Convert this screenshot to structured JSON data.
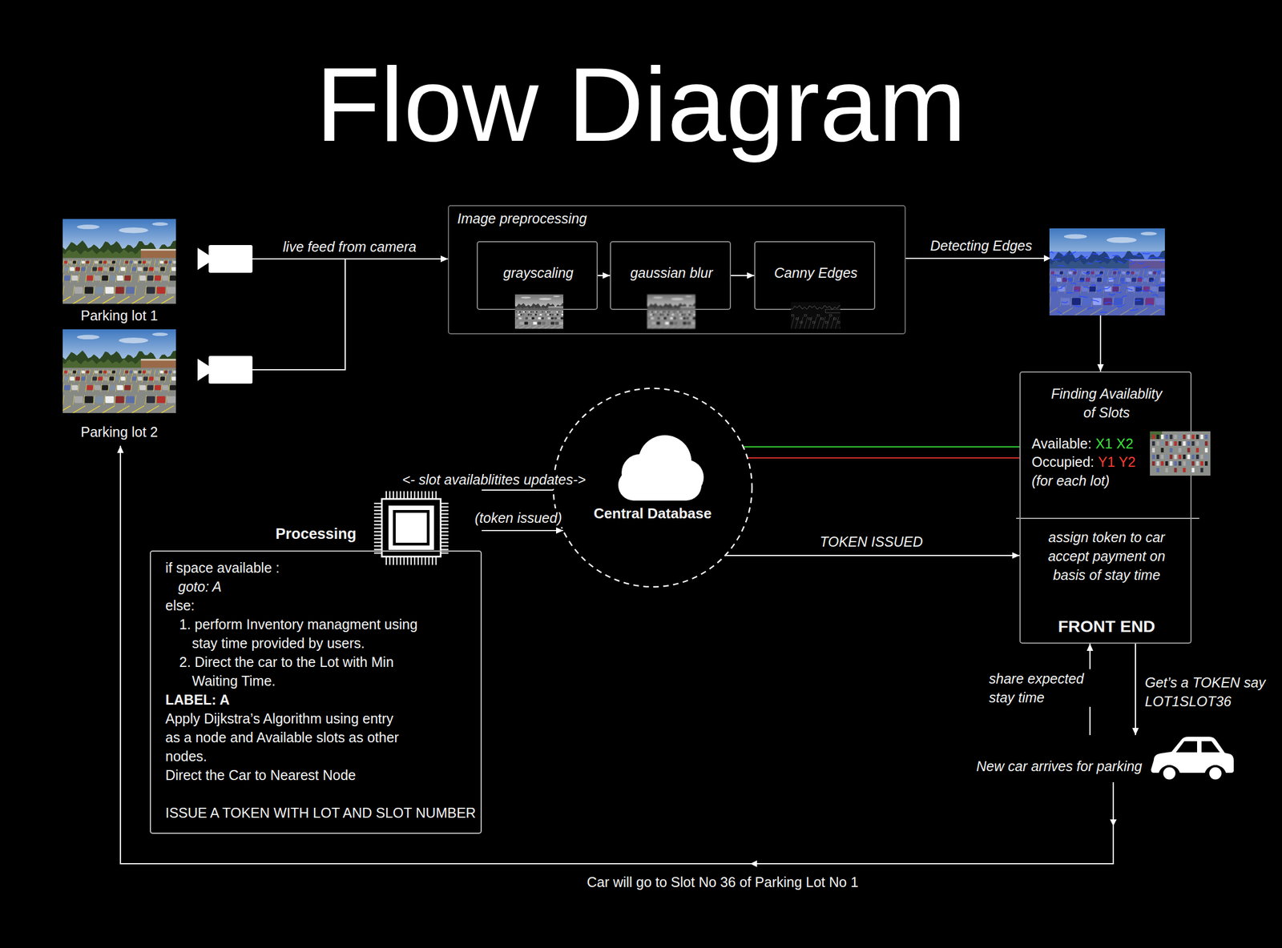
{
  "diagram": {
    "title": "Flow Diagram",
    "nodes": [
      {
        "text": [
          "Parking lot 1"
        ]
      },
      {
        "text": [
          "Image preprocessing"
        ]
      },
      {
        "text": [
          "grayscaling"
        ],
        "in": 1
      },
      {
        "text": [
          "gaussian blur"
        ],
        "in": 1
      },
      {
        "text": [
          "Canny Edges"
        ],
        "in": 1
      },
      {
        "text": [
          "Parking lot 2"
        ]
      },
      {
        "text": [
          "Finding Availablity of Slots",
          "Available:",
          "X1 X2",
          "Occupied:",
          "Y1 Y2",
          "(for each lot)"
        ]
      },
      {
        "text": [
          "Central Database"
        ]
      },
      {
        "text": [
          "Processing",
          "if space available :",
          "goto: A",
          "else:",
          "1. perform Inventory managment using stay time provided by users.",
          "2. Direct the car to the Lot with Min Waiting Time.",
          "LABEL: A",
          "Apply Dijkstra’s Algorithm using entry as a node and Available slots as other nodes.",
          "Direct the Car to Nearest Node",
          "ISSUE A TOKEN WITH LOT AND SLOT NUMBER"
        ]
      },
      {
        "text": [
          "assign token to car accept payment on basis of stay time",
          "FRONT END"
        ]
      },
      {
        "text": [
          "New car arrives for parking"
        ]
      }
    ],
    "edges": [
      {
        "from": 0,
        "to": 1,
        "label": "live feed from camera",
        "arrow": "to"
      },
      {
        "from": 5,
        "to": 1,
        "arrow": "to"
      },
      {
        "from": 2,
        "to": 3,
        "arrow": "to"
      },
      {
        "from": 3,
        "to": 4,
        "arrow": "to"
      },
      {
        "from": 1,
        "to": 6,
        "label": "Detecting Edges",
        "arrow": "to"
      },
      {
        "from": 8,
        "to": 7,
        "label": "<- slot availablitites updates->",
        "arrow": "none"
      },
      {
        "from": 8,
        "to": 7,
        "label": "(token issued)",
        "arrow": "to"
      },
      {
        "from": 7,
        "to": 6,
        "arrow": "none"
      },
      {
        "from": 7,
        "to": 6,
        "arrow": "none"
      },
      {
        "from": 7,
        "to": 9,
        "label": "TOKEN ISSUED",
        "arrow": "to"
      },
      {
        "from": 10,
        "to": 9,
        "label": "share expected stay time",
        "arrow": "to"
      },
      {
        "from": 9,
        "to": 10,
        "label": "Get’s a TOKEN say LOT1SLOT36",
        "arrow": "to"
      },
      {
        "from": 10,
        "to": 5,
        "label": "Car will go to Slot No 36 of Parking Lot No 1",
        "arrow": "to"
      }
    ]
  }
}
